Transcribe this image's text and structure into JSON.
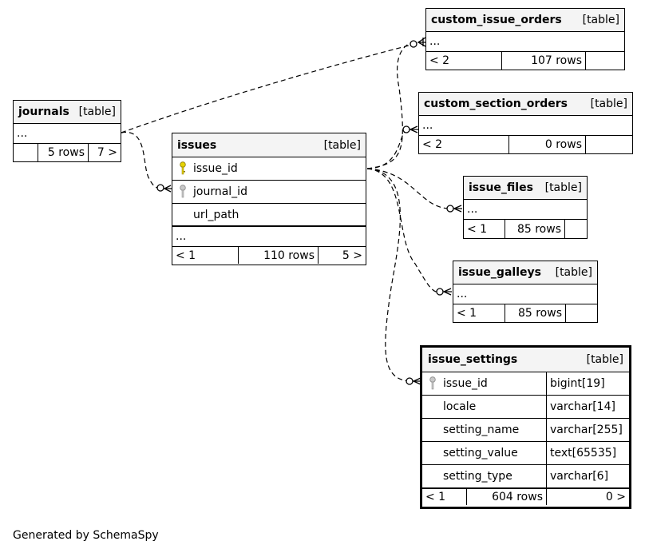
{
  "tables": {
    "journals": {
      "name": "journals",
      "kind": "[table]",
      "ellipsis": "...",
      "footer": [
        "",
        "5 rows",
        "7 >"
      ]
    },
    "issues": {
      "name": "issues",
      "kind": "[table]",
      "columns": [
        {
          "name": "issue_id",
          "key": "primary"
        },
        {
          "name": "journal_id",
          "key": "foreign"
        },
        {
          "name": "url_path",
          "key": "none"
        }
      ],
      "ellipsis": "...",
      "footer": [
        "< 1",
        "110 rows",
        "5 >"
      ]
    },
    "custom_issue_orders": {
      "name": "custom_issue_orders",
      "kind": "[table]",
      "ellipsis": "...",
      "footer": [
        "< 2",
        "107 rows",
        ""
      ]
    },
    "custom_section_orders": {
      "name": "custom_section_orders",
      "kind": "[table]",
      "ellipsis": "...",
      "footer": [
        "< 2",
        "0 rows",
        ""
      ]
    },
    "issue_files": {
      "name": "issue_files",
      "kind": "[table]",
      "ellipsis": "...",
      "footer": [
        "< 1",
        "85 rows",
        ""
      ]
    },
    "issue_galleys": {
      "name": "issue_galleys",
      "kind": "[table]",
      "ellipsis": "...",
      "footer": [
        "< 1",
        "85 rows",
        ""
      ]
    },
    "issue_settings": {
      "name": "issue_settings",
      "kind": "[table]",
      "columns": [
        {
          "name": "issue_id",
          "type": "bigint[19]",
          "key": "foreign"
        },
        {
          "name": "locale",
          "type": "varchar[14]",
          "key": "none"
        },
        {
          "name": "setting_name",
          "type": "varchar[255]",
          "key": "none"
        },
        {
          "name": "setting_value",
          "type": "text[65535]",
          "key": "none"
        },
        {
          "name": "setting_type",
          "type": "varchar[6]",
          "key": "none"
        }
      ],
      "footer": [
        "< 1",
        "604 rows",
        "0 >"
      ]
    }
  },
  "icons": {
    "primary_key": "key-icon",
    "foreign_key": "foreign-key-icon"
  },
  "colors": {
    "primary_key": "#e6d200",
    "foreign_key": "#a0a0a0",
    "header_bg": "#f4f4f4"
  },
  "footer_credit": "Generated by SchemaSpy"
}
